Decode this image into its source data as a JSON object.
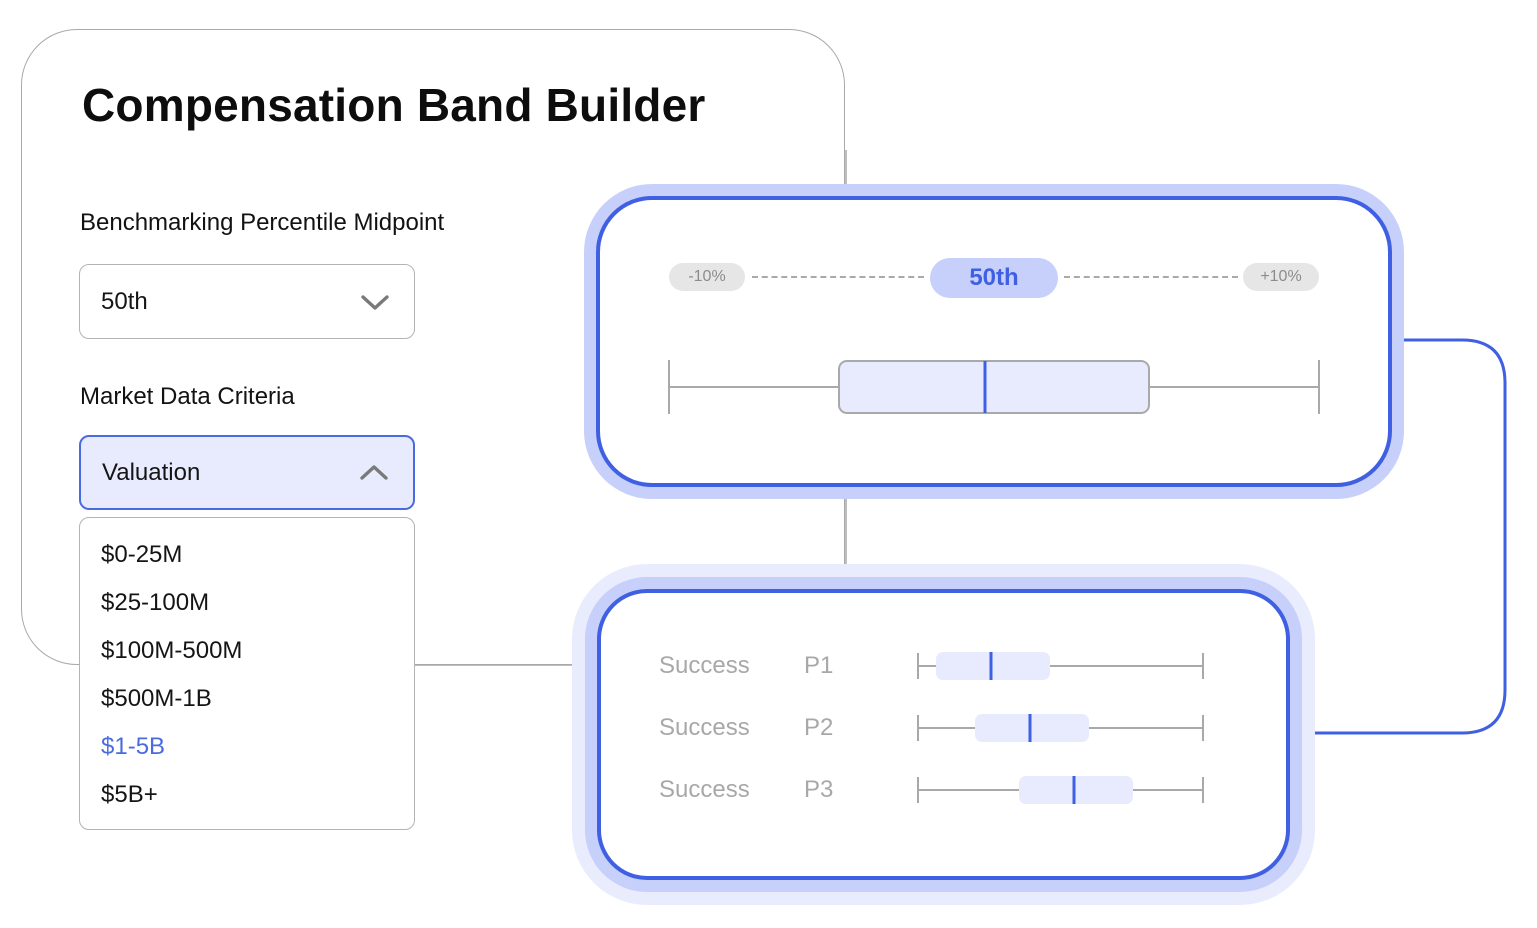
{
  "header": {
    "title": "Compensation Band Builder"
  },
  "percentile_field": {
    "label": "Benchmarking Percentile Midpoint",
    "value": "50th"
  },
  "criteria_field": {
    "label": "Market Data Criteria",
    "value": "Valuation",
    "expanded": true,
    "options": [
      "$0-25M",
      "$25-100M",
      "$100M-500M",
      "$500M-1B",
      "$1-5B",
      "$5B+"
    ],
    "selected_option": "$1-5B"
  },
  "band_preview": {
    "minus_label": "-10%",
    "midpoint_label": "50th",
    "plus_label": "+10%"
  },
  "ranges": {
    "rows": [
      {
        "name": "Success",
        "level": "P1"
      },
      {
        "name": "Success",
        "level": "P2"
      },
      {
        "name": "Success",
        "level": "P3"
      }
    ]
  },
  "colors": {
    "accent": "#3f60e3",
    "accent_soft": "#c7cffb",
    "box_fill": "#e8ebfd",
    "muted_text": "#a8a8a8",
    "border": "#b3b3b3"
  }
}
